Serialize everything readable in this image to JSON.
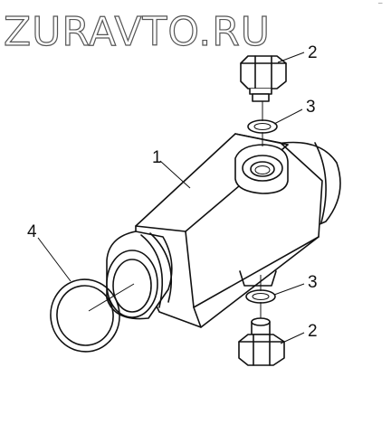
{
  "watermark": "ZURAVTO.RU",
  "corner_mark": "¯",
  "callouts": [
    {
      "id": "bolt-top",
      "number": "2"
    },
    {
      "id": "washer-top",
      "number": "3"
    },
    {
      "id": "body",
      "number": "1"
    },
    {
      "id": "o-ring",
      "number": "4"
    },
    {
      "id": "washer-bottom",
      "number": "3"
    },
    {
      "id": "plug-bottom",
      "number": "2"
    }
  ]
}
